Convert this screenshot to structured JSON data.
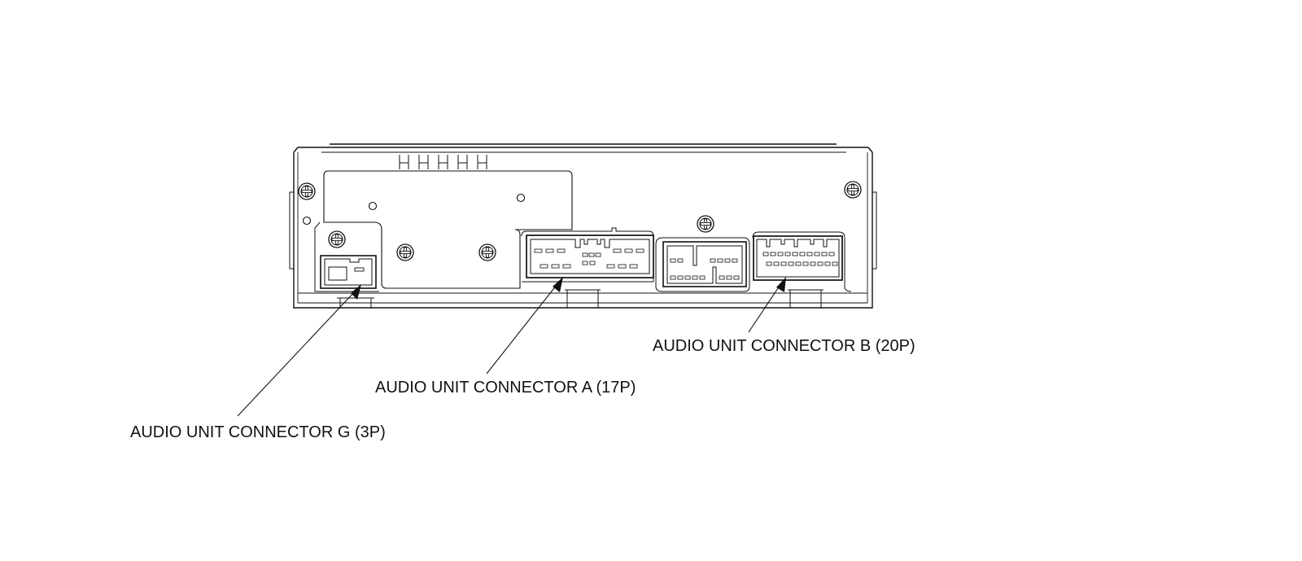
{
  "labels": {
    "connector_a": "AUDIO UNIT CONNECTOR A (17P)",
    "connector_b": "AUDIO UNIT CONNECTOR B (20P)",
    "connector_g": "AUDIO UNIT CONNECTOR G (3P)"
  },
  "colors": {
    "line": "#111111",
    "background": "#ffffff"
  }
}
